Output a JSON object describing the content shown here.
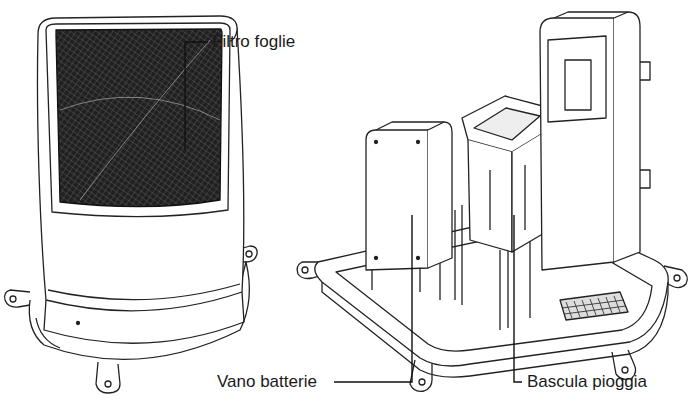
{
  "diagram": {
    "labels": [
      "Filtro foglie",
      "Vano batterie",
      "Bascula pioggia"
    ]
  }
}
